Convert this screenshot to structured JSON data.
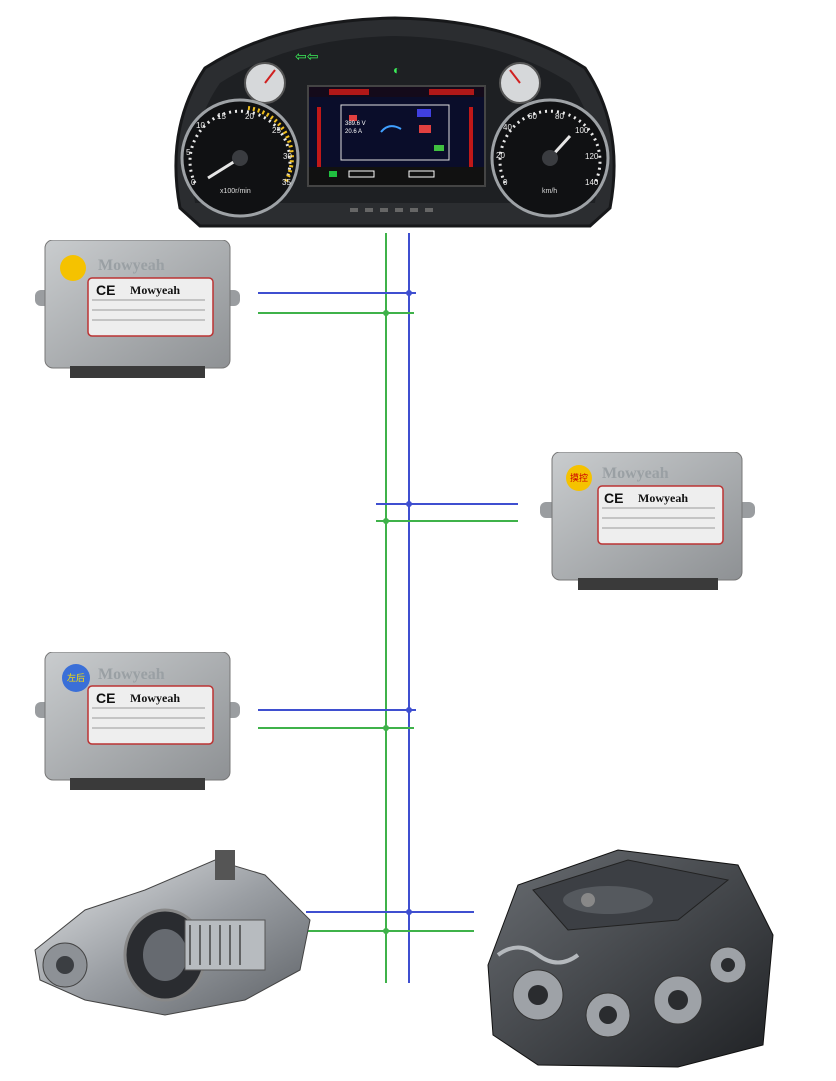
{
  "colors": {
    "bus_blue": "#3f4fd0",
    "bus_green": "#3fb24a",
    "ecu_body": "#a9acaf",
    "cluster_body": "#2b2d30",
    "lcd_bg": "#0a0d2a"
  },
  "cluster": {
    "tacho_ticks": [
      "0",
      "5",
      "10",
      "15",
      "20",
      "25",
      "30",
      "35"
    ],
    "tacho_unit": "x100r/min",
    "speedo_ticks": [
      "0",
      "20",
      "40",
      "60",
      "80",
      "100",
      "120",
      "140"
    ],
    "speedo_unit": "km/h",
    "lcd_voltage": "389.6 V",
    "lcd_current": "20.6 A",
    "icons": [
      "turn-signal-icon",
      "headlight-icon"
    ]
  },
  "ecus": [
    {
      "id": "ecu-1",
      "brand": "Mowyeah",
      "ce": "CE",
      "badge": "",
      "badge_color": "#f5c200"
    },
    {
      "id": "ecu-2",
      "brand": "Mowyeah",
      "ce": "CE",
      "badge": "摸控",
      "badge_color": "#f5c200"
    },
    {
      "id": "ecu-3",
      "brand": "Mowyeah",
      "ce": "CE",
      "badge": "左后",
      "badge_color": "#3a6fd8"
    }
  ],
  "components": [
    "transmission",
    "engine"
  ]
}
